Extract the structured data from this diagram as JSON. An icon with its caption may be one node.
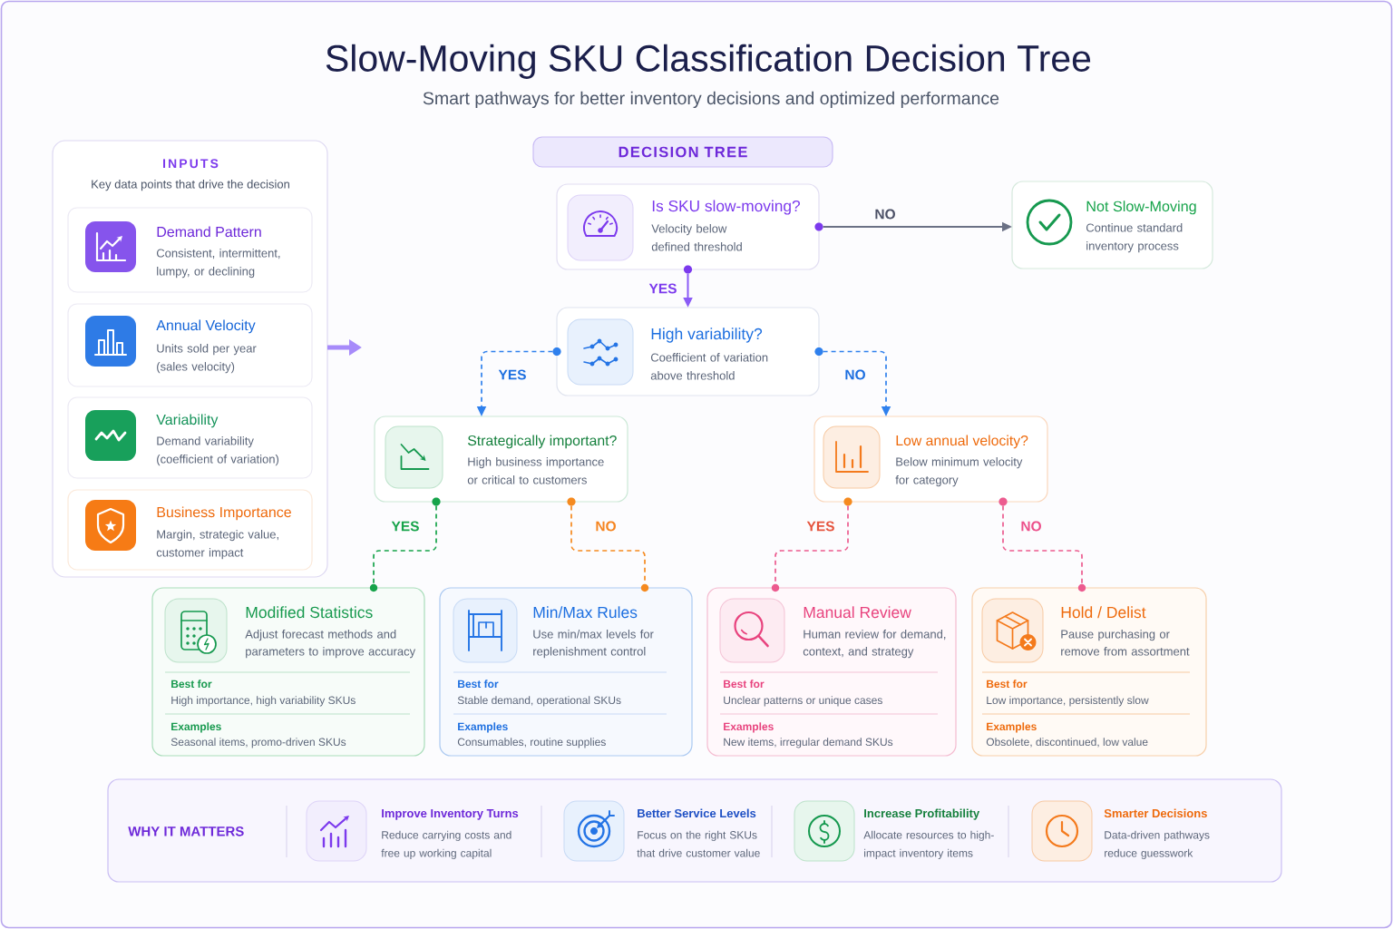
{
  "diagram": {
    "title": "Slow-Moving SKU Classification Decision Tree",
    "nodes": [
      {
        "text": [
          "INPUTS",
          "Key data points that drive the decision"
        ]
      },
      {
        "text": [
          "Demand Pattern",
          "Consistent, intermittent, lumpy, or declining"
        ],
        "in": 0
      },
      {
        "text": [
          "Annual Velocity",
          "Units sold per year (sales velocity)"
        ],
        "in": 0
      },
      {
        "text": [
          "Variability",
          "Demand variability (coefficient of variation)"
        ],
        "in": 0
      },
      {
        "text": [
          "Business Importance",
          "Margin, strategic value, customer impact"
        ],
        "in": 0
      },
      {
        "text": [
          "DECISION TREE"
        ]
      },
      {
        "text": [
          "Is SKU slow-moving?",
          "Velocity below defined threshold"
        ]
      },
      {
        "text": [
          "Not Slow-Moving",
          "Continue standard inventory process"
        ]
      },
      {
        "text": [
          "High variability?",
          "Coefficient of variation above threshold"
        ]
      },
      {
        "text": [
          "Strategically important?",
          "High business importance or critical to customers"
        ]
      },
      {
        "text": [
          "Low annual velocity?",
          "Below minimum velocity for category"
        ]
      },
      {
        "text": [
          "Modified Statistics",
          "Adjust forecast methods and parameters to improve accuracy",
          "Best for",
          "High importance, high variability SKUs",
          "Examples",
          "Seasonal items, promo-driven SKUs"
        ]
      },
      {
        "text": [
          "Min/Max Rules",
          "Use min/max levels for replenishment control",
          "Best for",
          "Stable demand, operational SKUs",
          "Examples",
          "Consumables, routine supplies"
        ]
      },
      {
        "text": [
          "Manual Review",
          "Human review for demand, context, and strategy",
          "Best for",
          "Unclear patterns or unique cases",
          "Examples",
          "New items, irregular demand SKUs"
        ]
      },
      {
        "text": [
          "Hold / Delist",
          "Pause purchasing or remove from assortment",
          "Best for",
          "Low importance, persistently slow",
          "Examples",
          "Obsolete, discontinued, low value"
        ]
      },
      {
        "text": [
          "WHY IT MATTERS",
          "Improve Inventory Turns",
          "Reduce carrying costs and free up working capital",
          "Better Service Levels",
          "Focus on the right SKUs that drive customer value",
          "Increase Profitability",
          "Allocate resources to high-impact inventory items",
          "Smarter Decisions",
          "Data-driven pathways reduce guesswork"
        ]
      }
    ],
    "edges": [
      {
        "from": 0,
        "to": null,
        "arrow": "to",
        "style": "thick",
        "color": "#a78bfa"
      },
      {
        "from": 6,
        "to": 7,
        "label": "NO",
        "arrow": "to",
        "color": "#6b7185"
      },
      {
        "from": 6,
        "to": 8,
        "label": "YES",
        "arrow": "to",
        "color": "#8b5cf6"
      },
      {
        "from": 8,
        "to": 9,
        "label": "YES",
        "arrow": "to",
        "style": "dashed",
        "color": "#2f80ed"
      },
      {
        "from": 8,
        "to": 10,
        "label": "NO",
        "arrow": "to",
        "style": "dashed",
        "color": "#2f80ed"
      },
      {
        "from": 9,
        "to": 11,
        "label": "YES",
        "arrow": "none",
        "style": "dashed",
        "color": "#16a34a"
      },
      {
        "from": 9,
        "to": 12,
        "label": "NO",
        "arrow": "none",
        "style": "dashed",
        "color": "#f58a1f"
      },
      {
        "from": 10,
        "to": 13,
        "label": "YES",
        "arrow": "none",
        "style": "dashed",
        "color": "#ec5b8f"
      },
      {
        "from": 10,
        "to": 14,
        "label": "NO",
        "arrow": "none",
        "style": "dashed",
        "color": "#ec5b8f"
      }
    ],
    "labels": [
      "Smart pathways for better inventory decisions and optimized performance"
    ]
  }
}
